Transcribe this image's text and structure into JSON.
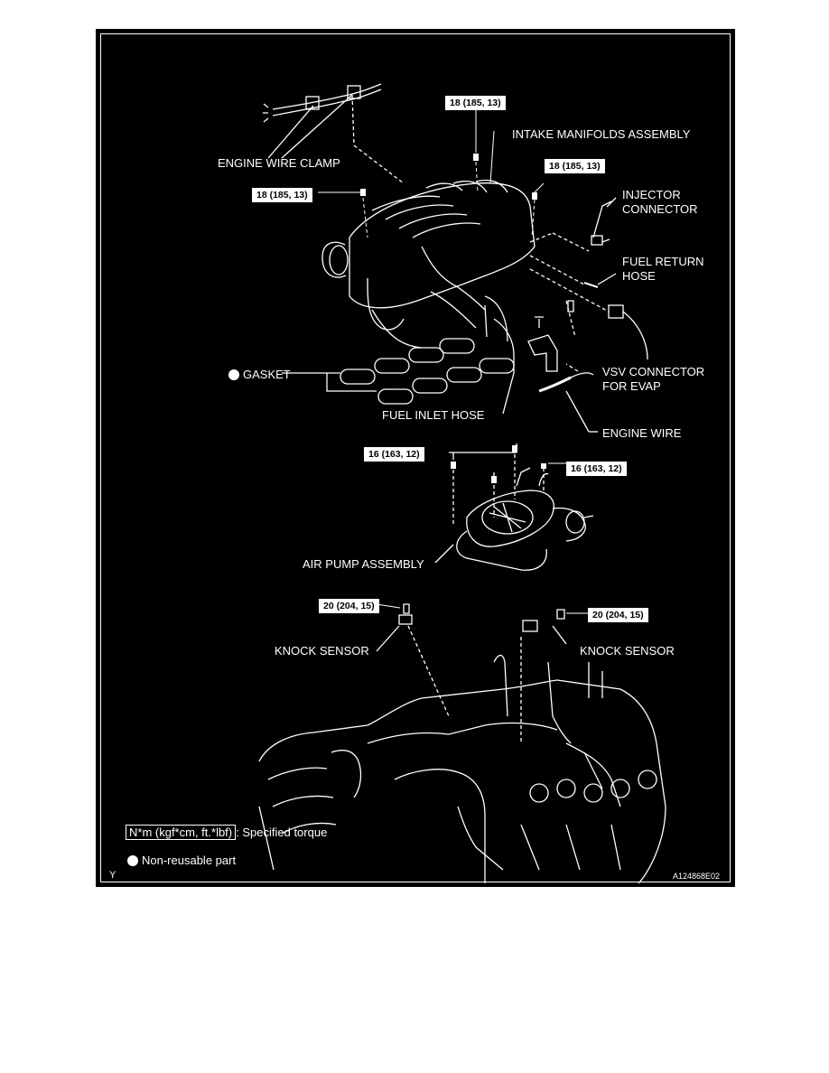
{
  "labels": {
    "engine_wire_clamp": "ENGINE WIRE CLAMP",
    "intake_manifolds": "INTAKE MANIFOLDS ASSEMBLY",
    "injector_connector_1": "INJECTOR",
    "injector_connector_2": "CONNECTOR",
    "fuel_return_1": "FUEL RETURN",
    "fuel_return_2": "HOSE",
    "gasket": "GASKET",
    "vsv_1": "VSV CONNECTOR",
    "vsv_2": "FOR EVAP",
    "fuel_inlet": "FUEL INLET HOSE",
    "engine_wire": "ENGINE WIRE",
    "air_pump": "AIR PUMP ASSEMBLY",
    "knock_left": "KNOCK SENSOR",
    "knock_right": "KNOCK SENSOR"
  },
  "torques": {
    "t1": "18 (185, 13)",
    "t2": "18 (185, 13)",
    "t3": "18 (185, 13)",
    "t4": "16 (163, 12)",
    "t5": "16 (163, 12)",
    "t6": "20 (204, 15)",
    "t7": "20 (204, 15)"
  },
  "legend": {
    "torque_unit": "N*m (kgf*cm, ft.*lbf)",
    "torque_text": ": Specified torque",
    "nonreusable": "Non-reusable part"
  },
  "footer": {
    "corner_letter": "Y",
    "figure_code": "A124868E02"
  }
}
